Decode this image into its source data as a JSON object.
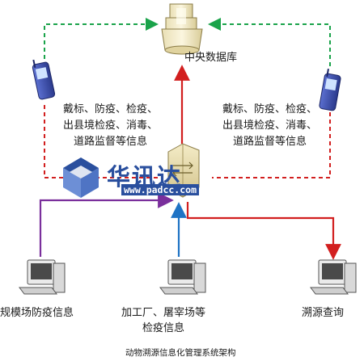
{
  "diagram": {
    "central_db_label": "中央数据库",
    "left_info_lines": [
      "戴标、防疫、检疫、",
      "出县境检疫、消毒、",
      "道路监督等信息"
    ],
    "right_info_lines": [
      "戴标、防疫、检疫、",
      "出县境检疫、消毒、",
      "道路监督等信息"
    ],
    "bottom_nodes": [
      {
        "label_lines": [
          "规模场防疫信息"
        ],
        "line_color": "#7a2f9c",
        "icon": "computer-icon"
      },
      {
        "label_lines": [
          "加工厂、屠宰场等",
          "检疫信息"
        ],
        "line_color": "#1f73c4",
        "icon": "computer-icon"
      },
      {
        "label_lines": [
          "溯源查询"
        ],
        "line_color": "#d21f1f",
        "icon": "computer-icon"
      }
    ],
    "caption": "动物溯源信息化管理系统架构",
    "colors": {
      "green_dashed": "#1aa34a",
      "red": "#d21f1f",
      "purple": "#7a2f9c",
      "blue": "#1f73c4",
      "watermark": "#2a4f9e"
    },
    "icons": [
      "database-icon",
      "mobile-phone-icon",
      "router-icon",
      "computer-icon"
    ]
  },
  "watermark": {
    "text": "华讯达",
    "url": "www.padcc.com"
  }
}
